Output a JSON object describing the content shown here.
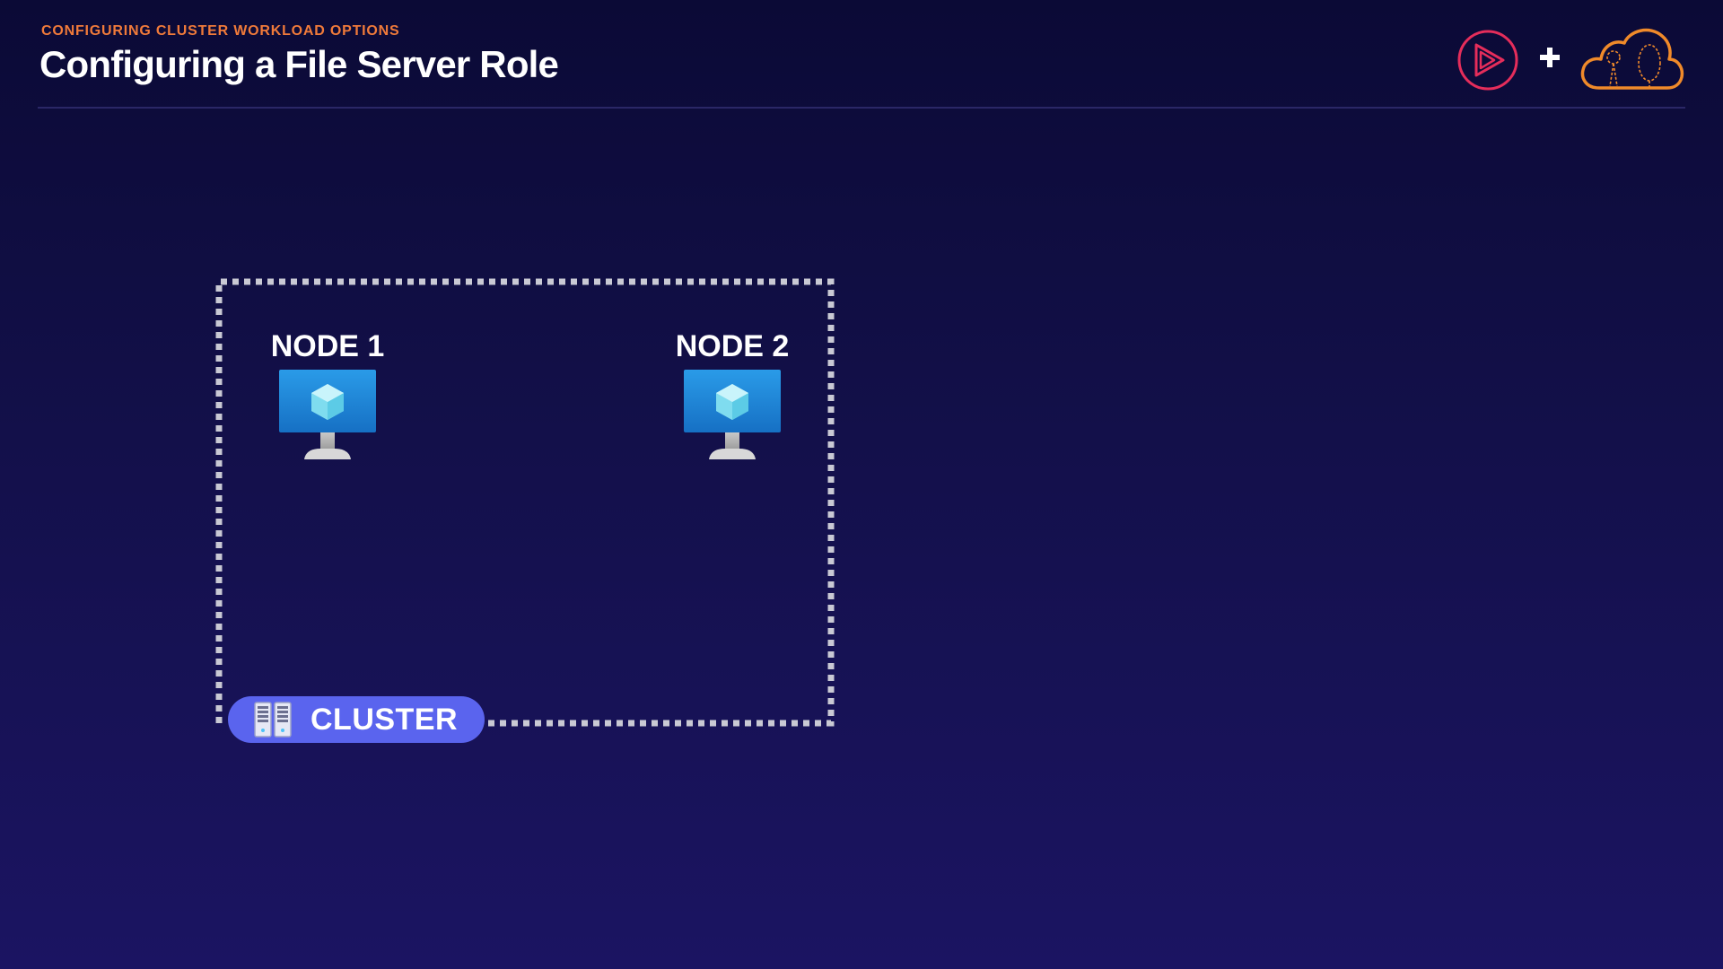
{
  "header": {
    "eyebrow": "CONFIGURING CLUSTER WORKLOAD OPTIONS",
    "title": "Configuring a File Server Role",
    "plus_symbol": "+"
  },
  "logos": {
    "left": "play-logo-icon",
    "right": "cloud-logo-icon"
  },
  "diagram": {
    "nodes": [
      {
        "label": "NODE 1",
        "icon": "virtual-machine-icon"
      },
      {
        "label": "NODE 2",
        "icon": "virtual-machine-icon"
      }
    ],
    "cluster": {
      "label": "CLUSTER",
      "icon": "server-rack-icon"
    }
  },
  "colors": {
    "background_top": "#0b0a36",
    "background_bottom": "#1b1462",
    "accent_orange": "#f07a3a",
    "play_logo": "#e52d5b",
    "cluster_pill": "#5a64ee",
    "dotted_border": "#c9c9d4",
    "vm_screen": "#1f8ad8"
  }
}
